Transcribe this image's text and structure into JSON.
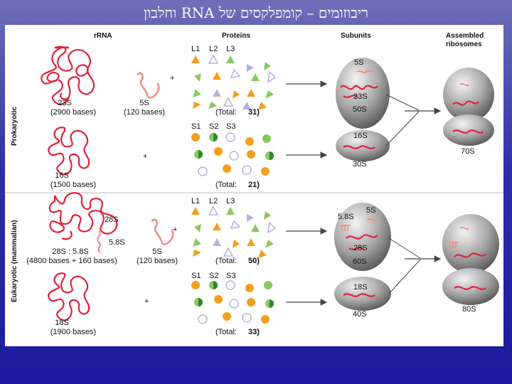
{
  "title": "ריבוזומים – קומפלקסים של RNA וחלבון",
  "headers": {
    "rrna": "rRNA",
    "proteins": "Proteins",
    "subunits": "Subunits",
    "assembled_line1": "Assembled",
    "assembled_line2": "ribosomes"
  },
  "side_labels": {
    "prokaryotic": "Prokaryotic",
    "eukaryotic": "Eukaryotic (mammalian)"
  },
  "protein_labels": {
    "large": [
      "L1",
      "L2",
      "L3"
    ],
    "small": [
      "S1",
      "S2",
      "S3"
    ]
  },
  "plus_sign": "+",
  "prokaryotic": {
    "large": {
      "rna_main": "23S",
      "rna_main_bases": "(2900 bases)",
      "rna_minor": "5S",
      "rna_minor_bases": "(120 bases)",
      "total_label": "(Total:",
      "total_value": "31)",
      "subunit_small_rna": "5S",
      "subunit_large_rna": "23S",
      "subunit": "50S"
    },
    "small": {
      "rna": "16S",
      "rna_bases": "(1500 bases)",
      "total_label": "(Total:",
      "total_value": "21)",
      "subunit_rna": "16S",
      "subunit": "30S"
    },
    "ribosome": "70S"
  },
  "eukaryotic": {
    "large": {
      "rna_28s": "28S",
      "rna_58s": "5.8S",
      "complex": "28S : 5.8S",
      "complex_bases": "(4800 bases + 160 bases)",
      "rna_minor": "5S",
      "rna_minor_bases": "(120 bases)",
      "total_label": "(Total:",
      "total_value": "50)",
      "subunit_58s": "5.8S",
      "subunit_5s": "5S",
      "subunit_28s": "28S",
      "subunit": "60S"
    },
    "small": {
      "rna": "18S",
      "rna_bases": "(1900 bases)",
      "total_label": "(Total:",
      "total_value": "33)",
      "subunit_rna": "18S",
      "subunit": "40S"
    },
    "ribosome": "80S"
  },
  "colors": {
    "rna": "#e0203a",
    "rna_light": "#f08a80",
    "protein_orange": "#f0a020",
    "protein_green": "#8cc860",
    "protein_lavender": "#b8b0e0",
    "subunit_gray": "#9a9a9a",
    "background_blue": "#2020a0"
  }
}
